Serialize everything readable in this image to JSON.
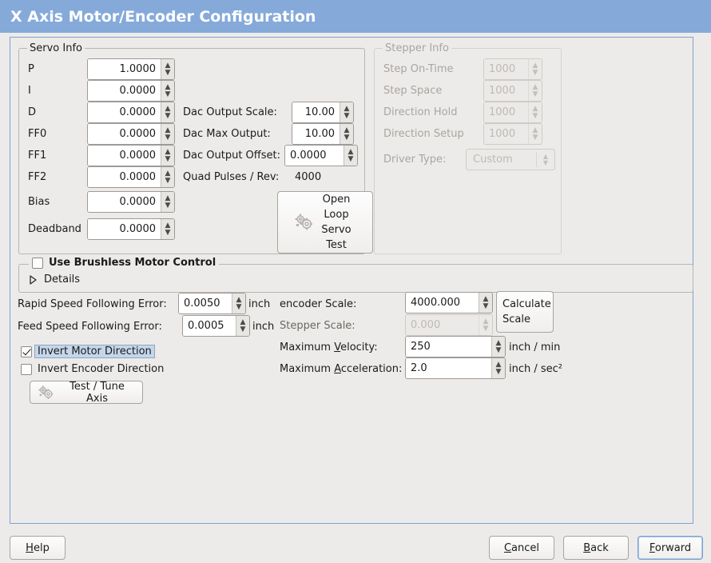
{
  "window": {
    "title": "X Axis Motor/Encoder Configuration",
    "title_bg": "#85aada",
    "title_fg": "#ffffff",
    "panel_border": "#7ba2d0",
    "background": "#edebe9"
  },
  "servo_info": {
    "legend": "Servo Info",
    "fields": [
      {
        "label": "P",
        "value": "1.0000"
      },
      {
        "label": "I",
        "value": "0.0000"
      },
      {
        "label": "D",
        "value": "0.0000"
      },
      {
        "label": "FF0",
        "value": "0.0000"
      },
      {
        "label": "FF1",
        "value": "0.0000"
      },
      {
        "label": "FF2",
        "value": "0.0000"
      },
      {
        "label": "Bias",
        "value": "0.0000"
      },
      {
        "label": "Deadband",
        "value": "0.0000"
      }
    ],
    "dac": [
      {
        "label": "Dac Output Scale:",
        "value": "10.00"
      },
      {
        "label": "Dac Max Output:",
        "value": "10.00"
      },
      {
        "label": "Dac Output Offset:",
        "value": "0.0000"
      }
    ],
    "quad_pulses": {
      "label": "Quad Pulses / Rev:",
      "value": "4000"
    },
    "open_loop_button": {
      "line1": "Open",
      "line2": "Loop",
      "line3": "Servo",
      "line4": "Test",
      "icon": "gears-icon"
    }
  },
  "stepper_info": {
    "legend": "Stepper Info",
    "disabled": true,
    "fields": [
      {
        "label": "Step On-Time",
        "value": "1000"
      },
      {
        "label": "Step Space",
        "value": "1000"
      },
      {
        "label": "Direction Hold",
        "value": "1000"
      },
      {
        "label": "Direction Setup",
        "value": "1000"
      }
    ],
    "driver_type": {
      "label": "Driver Type:",
      "value": "Custom"
    }
  },
  "brushless": {
    "checkbox_label": "Use Brushless Motor Control",
    "checked": false,
    "details_label": "Details",
    "details_expanded": false
  },
  "tuning": {
    "rapid_following_error": {
      "label": "Rapid Speed Following Error:",
      "value": "0.0050",
      "unit": "inch"
    },
    "feed_following_error": {
      "label": "Feed Speed Following Error:",
      "value": "0.0005",
      "unit": "inch"
    },
    "invert_motor": {
      "label": "Invert Motor Direction",
      "checked": true,
      "focused": true
    },
    "invert_encoder": {
      "label": "Invert Encoder Direction",
      "checked": false
    },
    "test_tune_button": {
      "label": "Test / Tune Axis",
      "icon": "gears-icon"
    }
  },
  "scales": {
    "encoder_scale": {
      "label": "encoder Scale:",
      "value": "4000.000"
    },
    "stepper_scale": {
      "label": "Stepper Scale:",
      "value": "0.000",
      "disabled": true
    },
    "max_velocity": {
      "label_pre": "Maximum ",
      "label_mnemonic": "V",
      "label_post": "elocity:",
      "value": "250",
      "unit": "inch / min"
    },
    "max_acceleration": {
      "label_pre": "Maximum ",
      "label_mnemonic": "A",
      "label_post": "cceleration:",
      "value": "2.0",
      "unit": "inch / sec²"
    },
    "calculate_button": {
      "line1": "Calculate",
      "line2": "Scale"
    }
  },
  "footer": {
    "help": {
      "mnemonic": "H",
      "rest": "elp"
    },
    "cancel": {
      "mnemonic": "C",
      "rest": "ancel"
    },
    "back": {
      "mnemonic": "B",
      "rest": "ack"
    },
    "forward": {
      "mnemonic": "F",
      "rest": "orward",
      "focused": true
    }
  }
}
